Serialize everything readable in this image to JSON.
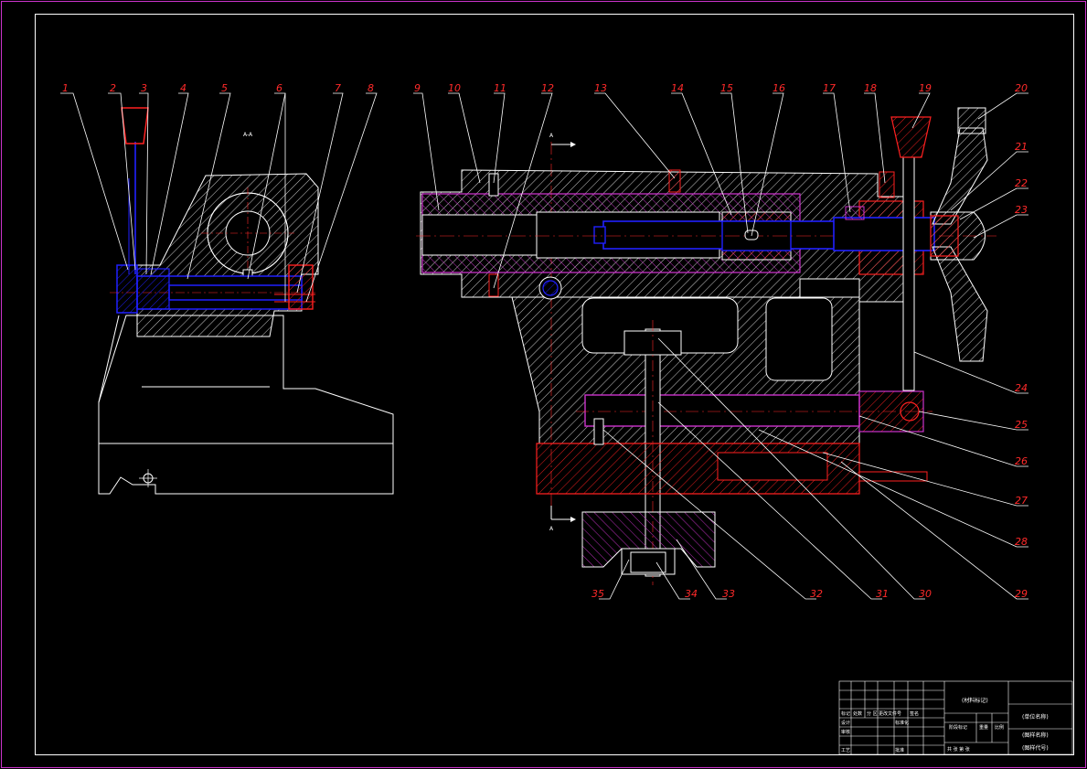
{
  "drawing": {
    "section_label": "A-A",
    "section_arrow_label": "A",
    "colors": {
      "background": "#000000",
      "frame": "#cc33cc",
      "outline": "#ffffff",
      "blue_part": "#2020ff",
      "red_part": "#ff2020",
      "magenta_part": "#cc33cc",
      "callout": "#ff2a2a",
      "center_line": "#ff2a2a"
    },
    "callouts": [
      {
        "label": "1"
      },
      {
        "label": "2"
      },
      {
        "label": "3"
      },
      {
        "label": "4"
      },
      {
        "label": "5"
      },
      {
        "label": "6"
      },
      {
        "label": "7"
      },
      {
        "label": "8"
      },
      {
        "label": "9"
      },
      {
        "label": "10"
      },
      {
        "label": "11"
      },
      {
        "label": "12"
      },
      {
        "label": "13"
      },
      {
        "label": "14"
      },
      {
        "label": "15"
      },
      {
        "label": "16"
      },
      {
        "label": "17"
      },
      {
        "label": "18"
      },
      {
        "label": "19"
      },
      {
        "label": "20"
      },
      {
        "label": "21"
      },
      {
        "label": "22"
      },
      {
        "label": "23"
      },
      {
        "label": "24"
      },
      {
        "label": "25"
      },
      {
        "label": "26"
      },
      {
        "label": "27"
      },
      {
        "label": "28"
      },
      {
        "label": "29"
      },
      {
        "label": "30"
      },
      {
        "label": "31"
      },
      {
        "label": "32"
      },
      {
        "label": "33"
      },
      {
        "label": "34"
      },
      {
        "label": "35"
      }
    ]
  },
  "title_block": {
    "material_note": "(材料标记)",
    "unit_name": "(单位名称)",
    "drawing_name": "(图样名称)",
    "drawing_code": "(图样代号)",
    "stage_mark": "阶段标记",
    "weight": "重量",
    "scale": "比例",
    "sheets": "共  张 第  张",
    "row_mark": "标记",
    "row_count": "处数",
    "row_zone": "分 区",
    "row_change_doc": "更改文件号",
    "row_sign": "签名",
    "row_design": "设计",
    "row_standard": "标准化",
    "row_check": "审核",
    "row_craft": "工艺",
    "row_approve": "批准"
  }
}
